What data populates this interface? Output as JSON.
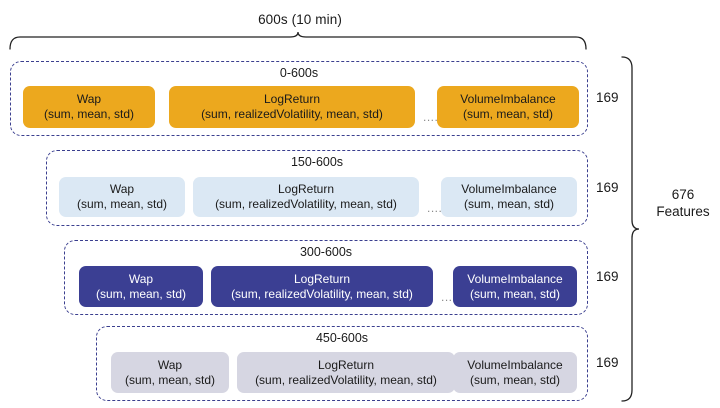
{
  "diagram": {
    "top_span_label": "600s (10 min)",
    "total": {
      "count": "676",
      "unit": "Features"
    },
    "ellipsis": "......",
    "colors": {
      "row1_fill": "#eca81e",
      "row2_fill": "#dbe8f4",
      "row3_fill": "#3b3f93",
      "row4_fill": "#d6d6e2",
      "dashed_border": "#3b3f8f",
      "text": "#1a1a1a"
    },
    "rows": [
      {
        "window": "0-600s",
        "count": "169",
        "theme": "orange",
        "features": [
          {
            "name": "Wap",
            "aggs": "(sum, mean, std)"
          },
          {
            "name": "LogReturn",
            "aggs": "(sum, realizedVolatility, mean, std)"
          },
          {
            "name": "VolumeImbalance",
            "aggs": "(sum, mean, std)"
          }
        ]
      },
      {
        "window": "150-600s",
        "count": "169",
        "theme": "lightblue",
        "features": [
          {
            "name": "Wap",
            "aggs": "(sum, mean, std)"
          },
          {
            "name": "LogReturn",
            "aggs": "(sum, realizedVolatility, mean, std)"
          },
          {
            "name": "VolumeImbalance",
            "aggs": "(sum, mean, std)"
          }
        ]
      },
      {
        "window": "300-600s",
        "count": "169",
        "theme": "navy",
        "features": [
          {
            "name": "Wap",
            "aggs": "(sum, mean, std)"
          },
          {
            "name": "LogReturn",
            "aggs": "(sum, realizedVolatility, mean, std)"
          },
          {
            "name": "VolumeImbalance",
            "aggs": "(sum, mean, std)"
          }
        ]
      },
      {
        "window": "450-600s",
        "count": "169",
        "theme": "gray",
        "features": [
          {
            "name": "Wap",
            "aggs": "(sum, mean, std)"
          },
          {
            "name": "LogReturn",
            "aggs": "(sum, realizedVolatility, mean, std)"
          },
          {
            "name": "VolumeImbalance",
            "aggs": "(sum, mean, std)"
          }
        ]
      }
    ]
  }
}
